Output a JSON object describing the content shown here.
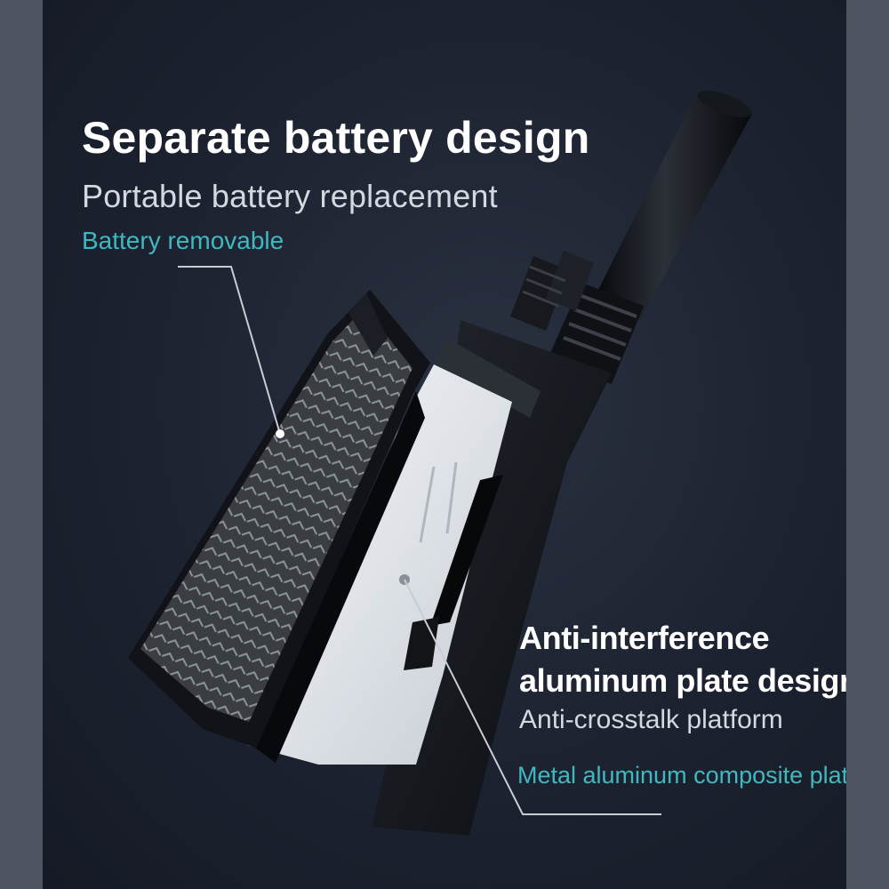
{
  "battery_section": {
    "headline": "Separate battery design",
    "subtitle": "Portable battery replacement",
    "accent": "Battery removable"
  },
  "plate_section": {
    "title_line1": "Anti-interference",
    "title_line2": "aluminum plate design",
    "subtitle": "Anti-crosstalk platform",
    "accent": "Metal aluminum composite plate"
  },
  "colors": {
    "background": "#1c2230",
    "side_bars": "#4f5462",
    "headline_text": "#ffffff",
    "subtitle_text": "#d4d8df",
    "accent_text": "#40b8c0"
  },
  "icons": [
    "walkie-talkie-illustration",
    "battery-pack",
    "antenna"
  ]
}
